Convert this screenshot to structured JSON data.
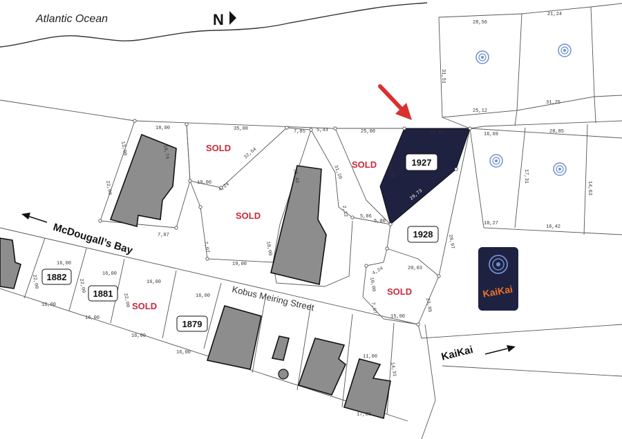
{
  "map": {
    "ocean_label": "Atlantic Ocean",
    "north_label": "N",
    "roads": {
      "mcdougalls": "McDougall’s Bay",
      "kobus": "Kobus Meiring Street",
      "kaikai": "KaiKai"
    },
    "sold_label": "SOLD",
    "plots": {
      "highlighted": "1927",
      "p1928": "1928",
      "p1882": "1882",
      "p1881": "1881",
      "p1879": "1879"
    },
    "logo_text": "KaiKai",
    "colors": {
      "highlight_plot": "#1f2140",
      "sold_text": "#c8283a",
      "arrow": "#d93030",
      "logo_bg": "#1f2140",
      "logo_text": "#e8732a",
      "logo_icon": "#6d8fd0"
    },
    "dimensions": {
      "d_18_00_top": "18,00",
      "d_35_00": "35,00",
      "d_7_85": "7,85",
      "d_5_43": "5,43",
      "d_25_00": "25,00",
      "d_21_01": "21,01",
      "d_13_00": "13,00",
      "d_18_74": "18,74",
      "d_22_00_left": "22,00",
      "d_10_00": "10,00",
      "d_32_54": "32,54",
      "d_4_24_a": "4,24",
      "d_35_42": "35,42",
      "d_31_20": "31,20",
      "d_32_65": "32,65",
      "d_29_73": "29,73",
      "d_5_06": "5,06",
      "d_5_00": "5,00",
      "d_2_12": "2,12",
      "d_7_07_a": "7,07",
      "d_7_07_b": "7,07",
      "d_19_00": "19,00",
      "d_18_00_mid": "18,00",
      "d_28_97": "28,97",
      "d_20_03": "20,03",
      "d_4_24_b": "4,24",
      "d_10_00_b": "10,00",
      "d_7_07_c": "7,07",
      "d_15_00": "15,00",
      "d_23_85": "23,85",
      "d_16_00_a": "16,00",
      "d_16_00_b": "16,00",
      "d_16_00_c": "16,00",
      "d_16_00_d": "16,00",
      "d_16_00_e": "16,00",
      "d_16_00_f": "16,00",
      "d_22_00_a": "22,00",
      "d_22_00_b": "22,00",
      "d_22_00_c": "22,00",
      "d_16_00_g": "16,00",
      "d_16_00_h": "16,00",
      "d_11_00": "11,00",
      "d_14_31": "14,31",
      "d_17_00": "17,00",
      "d_28_56": "28,56",
      "d_21_24": "21,24",
      "d_31_51": "31,51",
      "d_25_12": "25,12",
      "d_31_25": "31,25",
      "d_16_69": "16,69",
      "d_28_85": "28,85",
      "d_17_31": "17,31",
      "d_14_63": "14,63",
      "d_18_27": "18,27",
      "d_16_42": "16,42"
    }
  }
}
